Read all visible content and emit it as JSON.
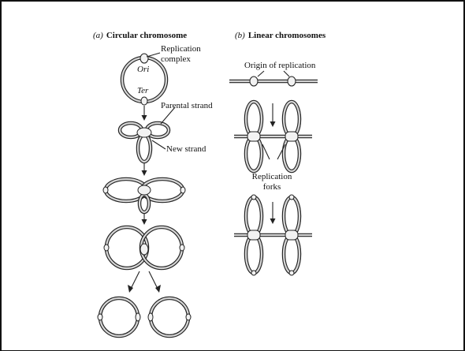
{
  "panel_a": {
    "part_label": "(a)",
    "title": "Circular chromosome",
    "replication_complex": "Replication\ncomplex",
    "ori": "Ori",
    "ter": "Ter",
    "parental_strand": "Parental strand",
    "new_strand": "New strand"
  },
  "panel_b": {
    "part_label": "(b)",
    "title": "Linear chromosomes",
    "origin_of_replication": "Origin of replication",
    "replication_forks": "Replication\nforks"
  },
  "colors": {
    "strand": "#222222",
    "new_strand_fill": "#cfcfcf",
    "complex": "#888888"
  }
}
